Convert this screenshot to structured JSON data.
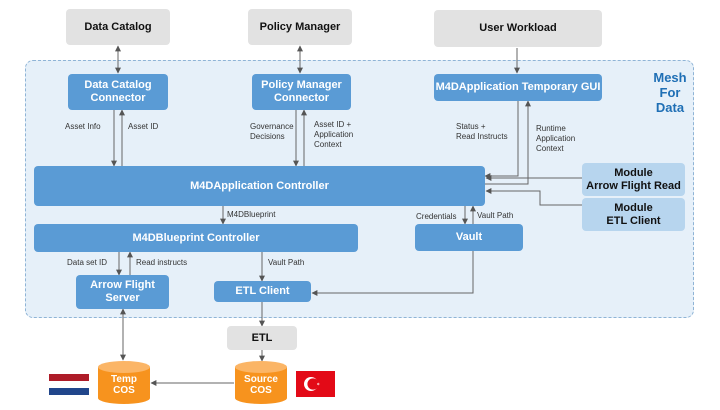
{
  "region": {
    "label": "Mesh\nFor\nData"
  },
  "external": {
    "data_catalog": "Data Catalog",
    "policy_manager": "Policy Manager",
    "user_workload": "User Workload"
  },
  "components": {
    "data_catalog_connector": "Data Catalog\nConnector",
    "policy_manager_connector": "Policy Manager\nConnector",
    "temporary_gui": "M4DApplication Temporary GUI",
    "application_controller": "M4DApplication Controller",
    "module_arrow_flight_read": "Module\nArrow Flight Read",
    "module_etl_client": "Module\nETL Client",
    "blueprint_controller": "M4DBlueprint Controller",
    "vault": "Vault",
    "arrow_flight_server": "Arrow Flight\nServer",
    "etl_client": "ETL Client",
    "etl": "ETL",
    "temp_cos": "Temp\nCOS",
    "source_cos": "Source\nCOS"
  },
  "labels": {
    "asset_info": "Asset Info",
    "asset_id": "Asset ID",
    "governance_decisions": "Governance\nDecisions",
    "asset_id_app_context": "Asset ID +\nApplication\nContext",
    "status_read_instructs": "Status +\nRead Instructs",
    "runtime_app_context": "Runtime\nApplication\nContext",
    "m4dblueprint": "M4DBlueprint",
    "credentials": "Credentials",
    "vault_path_top": "Vault Path",
    "data_set_id": "Data set ID",
    "read_instructs": "Read instructs",
    "vault_path_bottom": "Vault Path"
  },
  "colors": {
    "external_box": "#e2e2e2",
    "component_box": "#5a9bd5",
    "module_box": "#b7d5ee",
    "region_fill": "#e6f0f9",
    "cos_orange": "#f7931e"
  },
  "icons": {
    "left_flag": "netherlands-flag-icon",
    "right_flag": "turkey-flag-icon"
  }
}
